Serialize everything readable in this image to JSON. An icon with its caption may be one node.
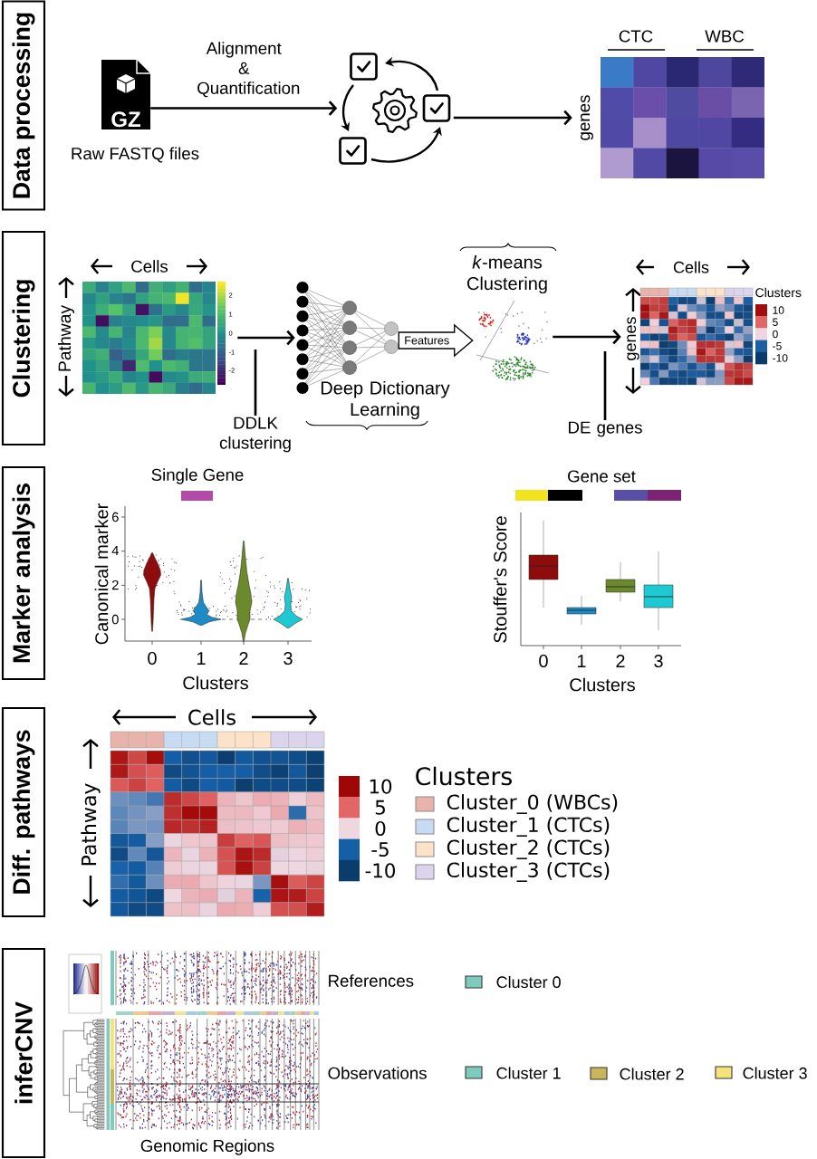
{
  "diagram": {
    "nodes": [
      {
        "text": [
          "Data processing"
        ]
      },
      {
        "text": [
          "GZ"
        ],
        "beside": [
          "Raw FASTQ files"
        ]
      },
      {
        "text": [],
        "shape": "picture"
      },
      {
        "text": [],
        "shape": "picture",
        "beside": [
          "CTC",
          "WBC",
          "genes"
        ]
      },
      {
        "text": [
          "Clustering"
        ]
      },
      {
        "text": [],
        "shape": "picture",
        "beside": [
          "Cells",
          "Pathway",
          "2",
          "1",
          "0",
          "-1",
          "-2"
        ]
      },
      {
        "text": [
          "DDLK clustering"
        ]
      },
      {
        "text": [],
        "shape": "picture",
        "beside": [
          "Deep Dictionary Learning"
        ]
      },
      {
        "text": [],
        "shape": "picture",
        "beside": [
          "*k*-means Clustering"
        ]
      },
      {
        "text": [
          "DE genes"
        ]
      },
      {
        "text": [],
        "shape": "picture",
        "beside": [
          "Cells",
          "genes",
          "Clusters"
        ]
      },
      {
        "text": [
          "Marker analysis"
        ]
      },
      {
        "text": [
          "Diff. pathways"
        ]
      },
      {
        "text": [
          "inferCNV"
        ]
      }
    ],
    "edges": [
      {
        "from": 1,
        "to": 2,
        "arrow": "to",
        "label": "Alignment & Quantification"
      },
      {
        "from": 2,
        "to": 3,
        "arrow": "to"
      },
      {
        "from": 5,
        "to": 7,
        "arrow": "to"
      },
      {
        "from": 6,
        "to": null,
        "arrow": "none"
      },
      {
        "from": 7,
        "to": 8,
        "arrow": "to",
        "label": "Features",
        "style": "thick"
      },
      {
        "from": 8,
        "to": 10,
        "arrow": "to"
      },
      {
        "from": 9,
        "to": null,
        "arrow": "none"
      }
    ],
    "labels": [
      "Single Gene",
      "6",
      "4",
      "2",
      "0",
      "Canonical marker",
      "0",
      "1",
      "2",
      "3",
      "Clusters",
      "Gene set",
      "Stouffer's Score",
      "0",
      "1",
      "2",
      "3",
      "Clusters",
      "Cells",
      "Pathway",
      "Clusters",
      "References",
      "Observations",
      "Genomic Regions"
    ],
    "legend": [
      {
        "text": "10",
        "color": "#a30d0d"
      },
      {
        "text": "5",
        "color": "#e06767"
      },
      {
        "text": "0",
        "color": "#efd5de"
      },
      {
        "text": "-5",
        "color": "#1d5fa5"
      },
      {
        "text": "-10",
        "color": "#0c3b6b"
      },
      {
        "text": "10",
        "color": "#a10606"
      },
      {
        "text": "5",
        "color": "#e36666"
      },
      {
        "text": "0",
        "color": "#efd7e0"
      },
      {
        "text": "-5",
        "color": "#155fa7"
      },
      {
        "text": "-10",
        "color": "#0b3d6c"
      },
      {
        "text": "Cluster_0 (WBCs)",
        "color": "#e8b3ab"
      },
      {
        "text": "Cluster_1 (CTCs)",
        "color": "#c7dbf3"
      },
      {
        "text": "Cluster_2 (CTCs)",
        "color": "#fce2c7"
      },
      {
        "text": "Cluster_3 (CTCs)",
        "color": "#dcd3ec"
      },
      {
        "text": "Cluster 0",
        "color": "#7ecbbd"
      },
      {
        "text": "Cluster 1",
        "color": "#7ecbbd"
      },
      {
        "text": "Cluster 2",
        "color": "#c9b65b"
      },
      {
        "text": "Cluster 3",
        "color": "#f5e27a"
      }
    ]
  }
}
